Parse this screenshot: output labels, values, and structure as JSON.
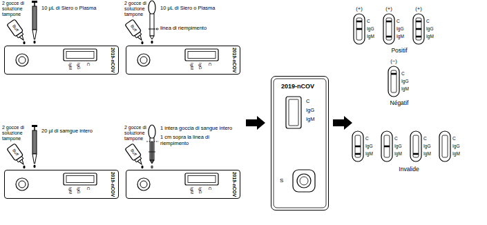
{
  "diagram": {
    "nodes": [
      {
        "text": [
          "IgM",
          "IgG",
          "C",
          "2019-nCOV"
        ]
      },
      {
        "text": [
          "IgM",
          "IgG",
          "C",
          "2019-nCOV"
        ]
      },
      {
        "text": [
          "IgM",
          "IgG",
          "C",
          "2019-nCOV"
        ]
      },
      {
        "text": [
          "IgM",
          "IgG",
          "C",
          "2019-nCOV"
        ]
      },
      {
        "text": [
          "2019-nCOV",
          "C",
          "IgG",
          "IgM",
          "S"
        ]
      }
    ],
    "labels": [
      "2 gocce di soluzione tampone",
      "Buff",
      "10 μL di Siero o Plasma",
      "2 gocce di soluzione tampone",
      "Buff",
      "10 μL di Siero o Plasma",
      "linea di riempimento",
      "2 gocce di soluzione tampone",
      "Buff",
      "20 µl di samgue intero",
      "2 gocce di soluzione tampone",
      "Buff",
      "1 intera goccia di sangue intero",
      "1 cm sopra la linea di riempimento",
      "(+)",
      "C",
      "IgG",
      "IgM",
      "(+)",
      "C",
      "IgG",
      "IgM",
      "(+)",
      "C",
      "IgG",
      "IgM",
      "Positif",
      "(−)",
      "C",
      "IgG",
      "IgM",
      "Négatif",
      "C",
      "IgG",
      "IgM",
      "C",
      "IgG",
      "IgM",
      "C",
      "IgG",
      "IgM",
      "C",
      "IgG",
      "IgM",
      "Invalide"
    ]
  }
}
